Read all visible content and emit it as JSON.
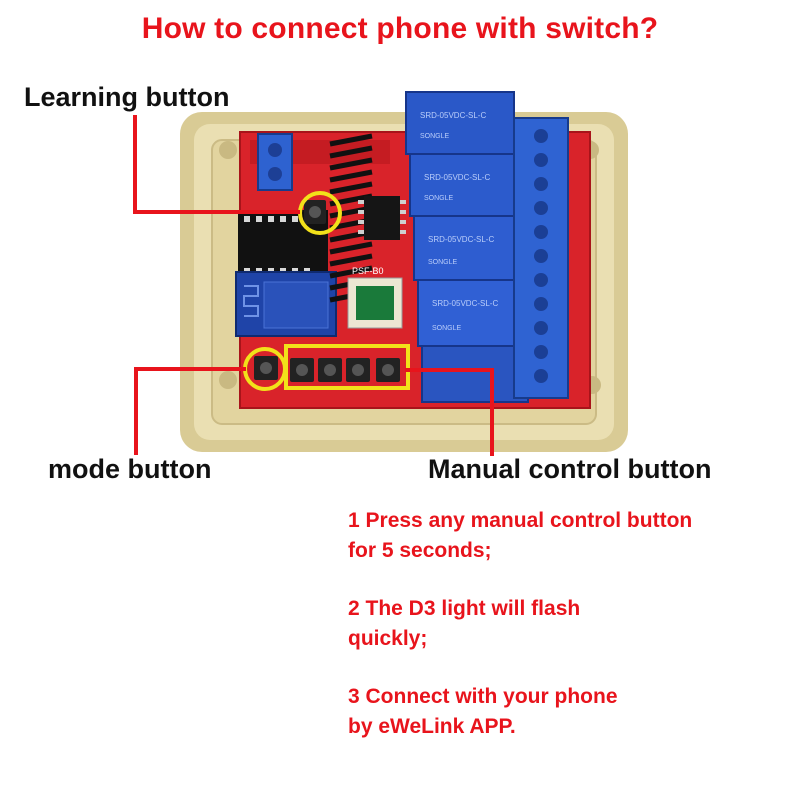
{
  "title": "How to connect phone with switch?",
  "labels": {
    "learning": "Learning button",
    "mode": "mode button",
    "manual": "Manual control button"
  },
  "steps": [
    "1 Press any manual control button\nfor 5 seconds;",
    "2 The D3 light will flash\nquickly;",
    "3 Connect with your phone\nby eWeLink APP."
  ],
  "board_markings": {
    "relay": "SRD-05VDC-SL-C",
    "relay_brand": "SONGLE",
    "chip": "PSF-B0"
  },
  "colors": {
    "title": "#e8141c",
    "callout": "#e8141c",
    "highlight": "#f2e11a",
    "enclosure": "#e9dcaa",
    "pcb": "#d9232a",
    "relay": "#2a58c8"
  }
}
